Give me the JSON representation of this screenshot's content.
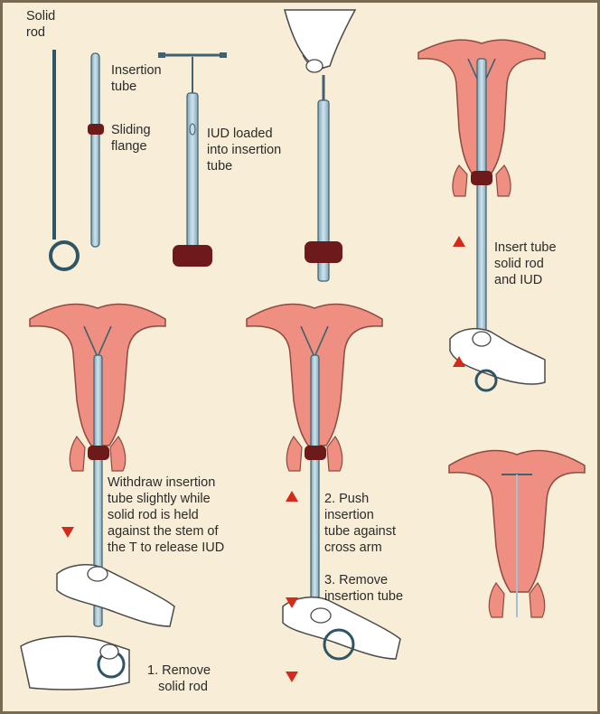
{
  "labels": {
    "solid_rod": "Solid\nrod",
    "insertion_tube": "Insertion\ntube",
    "sliding_flange": "Sliding\nflange",
    "iud_loaded": "IUD loaded\ninto insertion\ntube",
    "insert_tube": "Insert tube\nsolid rod\nand IUD",
    "withdraw": "Withdraw insertion\ntube slightly while\nsolid rod is held\nagainst the stem of\nthe T to release IUD",
    "push": "2. Push\ninsertion\ntube against\ncross arm",
    "remove_tube": "3. Remove\ninsertion tube",
    "remove_rod": "1. Remove\n   solid rod"
  },
  "colors": {
    "background": "#f8edd6",
    "uterus_fill": "#ee8f82",
    "uterus_outline": "#8e4a3e",
    "tube": "#9fc1d3",
    "tube_outline": "#3f6170",
    "rod": "#2f5564",
    "flange": "#6e1a1a",
    "arrow_red": "#d42a1a",
    "skin": "#ffffff",
    "skin_outline": "#4a4a4a"
  }
}
